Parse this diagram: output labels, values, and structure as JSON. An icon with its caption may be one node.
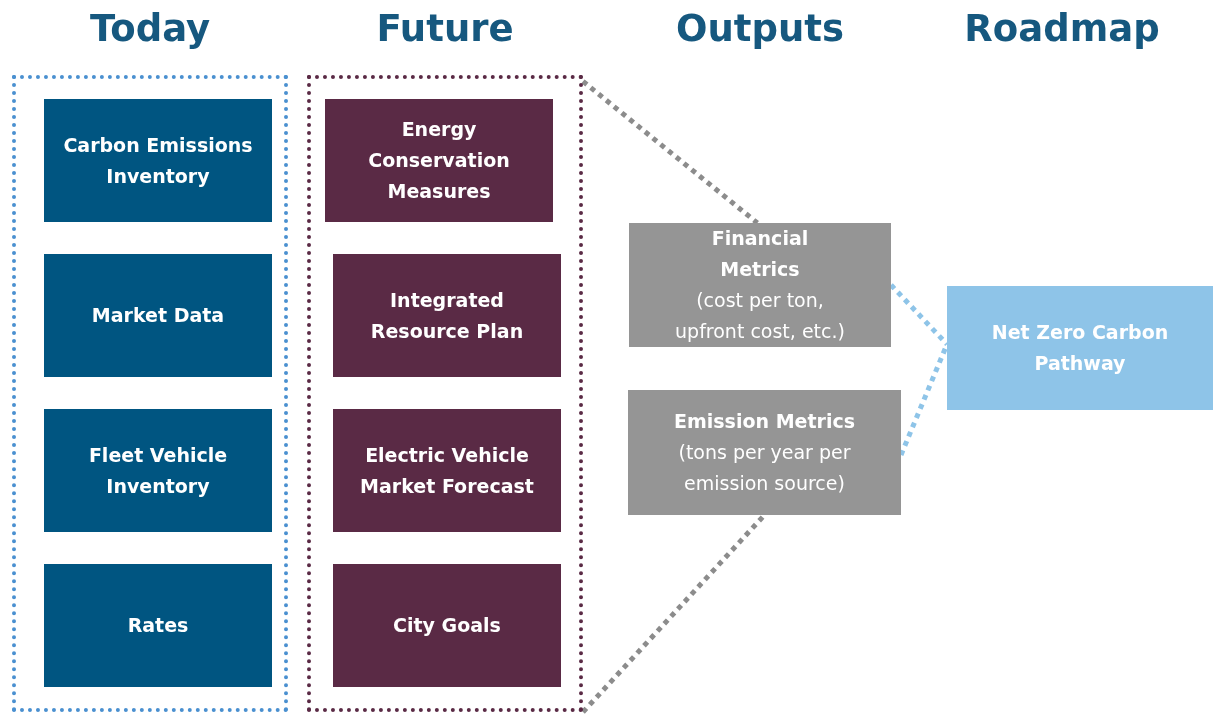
{
  "diagram": {
    "nodes": [
      {
        "text": [
          "Today"
        ]
      },
      {
        "text": [
          "Carbon Emissions Inventory"
        ],
        "in": 0
      },
      {
        "text": [
          "Market Data"
        ],
        "in": 0
      },
      {
        "text": [
          "Fleet Vehicle Inventory"
        ],
        "in": 0
      },
      {
        "text": [
          "Rates"
        ],
        "in": 0
      },
      {
        "text": [
          "Future"
        ]
      },
      {
        "text": [
          "Energy Conservation Measures"
        ],
        "in": 5
      },
      {
        "text": [
          "Integrated Resource Plan"
        ],
        "in": 5
      },
      {
        "text": [
          "Electric Vehicle Market Forecast"
        ],
        "in": 5
      },
      {
        "text": [
          "City Goals"
        ],
        "in": 5
      },
      {
        "text": [
          "Financial Metrics",
          "(cost per ton, upfront cost, etc.)"
        ]
      },
      {
        "text": [
          "Emission Metrics",
          "(tons per year per emission source)"
        ]
      },
      {
        "text": [
          "Net Zero Carbon Pathway"
        ]
      }
    ],
    "edges": [
      {
        "from": 5,
        "to": 10,
        "arrow": "none",
        "style": "dashed",
        "color": "#8c8c8c"
      },
      {
        "from": 5,
        "to": 11,
        "arrow": "none",
        "style": "dashed",
        "color": "#8c8c8c"
      },
      {
        "from": 10,
        "to": 12,
        "arrow": "none",
        "style": "dashed",
        "color": "#8ec4e8"
      },
      {
        "from": 11,
        "to": 12,
        "arrow": "none",
        "style": "dashed",
        "color": "#8ec4e8"
      }
    ],
    "labels": [
      "Outputs",
      "Roadmap"
    ]
  }
}
